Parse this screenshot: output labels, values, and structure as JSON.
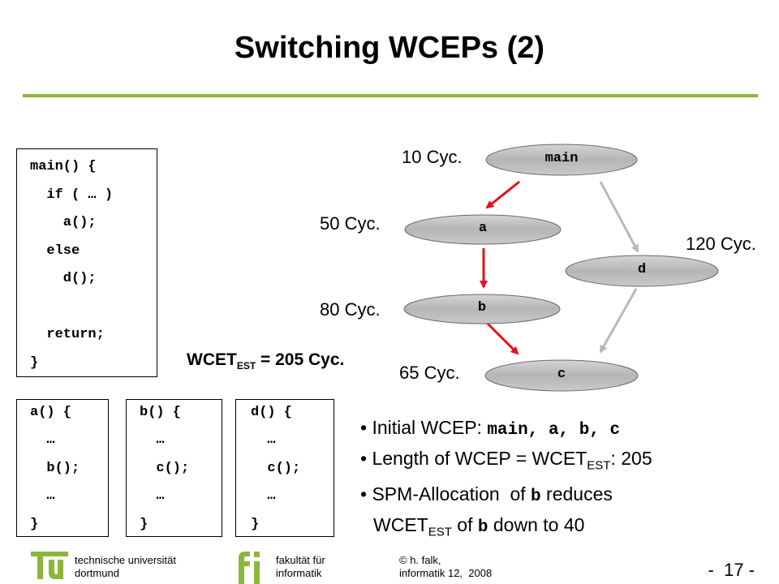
{
  "slide": {
    "title": "Switching WCEPs (2)"
  },
  "code_main": {
    "lines": [
      "main() {",
      "  if ( … )",
      "    a();",
      "  else",
      "    d();",
      "",
      "  return;",
      "}"
    ]
  },
  "code_a": {
    "lines": [
      "a() {",
      "  …",
      "  b();",
      "  …",
      "}"
    ]
  },
  "code_b": {
    "lines": [
      "b() {",
      "  …",
      "  c();",
      "  …",
      "}"
    ]
  },
  "code_d": {
    "lines": [
      "d() {",
      "  …",
      "  c();",
      "  …",
      "}"
    ]
  },
  "graph": {
    "nodes": {
      "main": {
        "label": "main",
        "cycles": "10 Cyc."
      },
      "a": {
        "label": "a",
        "cycles": "50 Cyc."
      },
      "b": {
        "label": "b",
        "cycles": "80 Cyc."
      },
      "c": {
        "label": "c",
        "cycles": "65 Cyc."
      },
      "d": {
        "label": "d",
        "cycles": "120 Cyc."
      }
    },
    "wcet_prefix": "WCET",
    "wcet_sub": "EST",
    "wcet_suffix": " = 205 Cyc.",
    "colors": {
      "node_fill": "#b8b8b8",
      "wcep_edge": "#e8101a",
      "other_edge": "#b9b9b9"
    }
  },
  "bullets": {
    "b1_text": "Initial WCEP: ",
    "b1_code": "main, a, b, c",
    "b2_text": "Length of WCEP = WCET",
    "b2_sub": "EST",
    "b2_tail": ": 205",
    "b3_text": "SPM-Allocation  of ",
    "b3_code": "b",
    "b3_tail": " reduces",
    "b4_text": "WCET",
    "b4_sub": "EST",
    "b4_mid": " of ",
    "b4_code": "b",
    "b4_tail": " down to 40"
  },
  "footer": {
    "university_line1": "technische universität",
    "university_line2": "dortmund",
    "faculty_line1": "fakultät für",
    "faculty_line2": "informatik",
    "author_line1": "© h. falk,",
    "author_line2": "informatik 12,  2008",
    "page_number": "-  17 -",
    "brand_color": "#8db53c"
  }
}
